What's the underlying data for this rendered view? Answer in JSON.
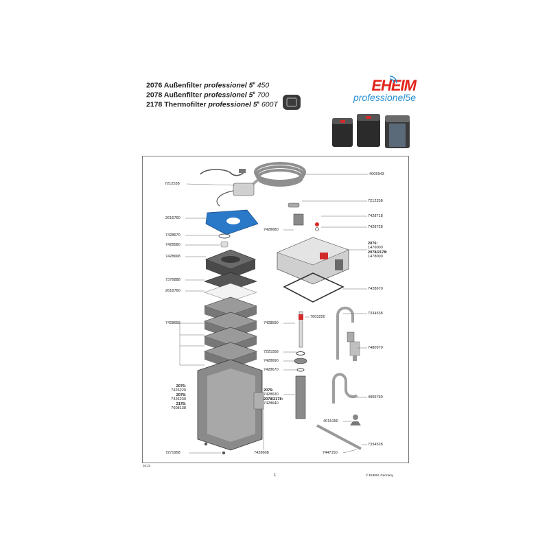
{
  "header": {
    "lines": [
      {
        "number": "2076",
        "type": "Außenfilter",
        "model": "professionel 5",
        "size": "450"
      },
      {
        "number": "2078",
        "type": "Außenfilter",
        "model": "professionel 5",
        "size": "700"
      },
      {
        "number": "2178",
        "type": "Thermofilter",
        "model": "professionel 5",
        "size": "600T"
      }
    ],
    "superscript": "e"
  },
  "brand": {
    "name": "EHEIM",
    "sub": "professionel5e"
  },
  "parts": {
    "p4005943": "4005943",
    "p7212538": "7212538",
    "p7212258": "7212258",
    "p2616760a": "2616760",
    "p7428718": "7428718",
    "p7428728": "7428728",
    "p7428670a": "7428670",
    "p7428680": "7428680",
    "p7428580": "7428580",
    "p7428668": "7428668",
    "p2076a_model": "2076:",
    "p1476000": "1476000",
    "p2078_2178a_model": "2078/2178:",
    "p1478000": "1478000",
    "p7376888": "7376888",
    "p2616760b": "2616760",
    "p7428670b": "7428670",
    "p7428590": "7428590",
    "p7603220": "7603220",
    "p7334538": "7334538",
    "p7428658": "7428658",
    "p7480970": "7480970",
    "p7221058": "7221058",
    "p7428690": "7428690",
    "p7428670c": "7428670",
    "p2076b_model": "2076:",
    "p7426220": "7426220",
    "p2076c_model": "2076:",
    "p7428630": "7428630",
    "p2078_model": "2078:",
    "p7426230": "7426230",
    "p2078_2178b_model": "2078/2178:",
    "p7428640": "7428640",
    "p4005750": "4005750",
    "p2178_model": "2178:",
    "p7608138": "7608138",
    "p4015150": "4015150",
    "p7334528": "7334528",
    "p7271958": "7271958",
    "p7428608": "7428608",
    "p7447150": "7447150"
  },
  "footer": {
    "date": "04.23",
    "page": "1",
    "copyright": "© EHEIM, Germany"
  },
  "colors": {
    "brand_red": "#e2231a",
    "brand_blue": "#2a8fd0",
    "pad_blue": "#2a78c8",
    "housing_grey": "#8a8a8a",
    "accent_red": "#d22a2a"
  }
}
